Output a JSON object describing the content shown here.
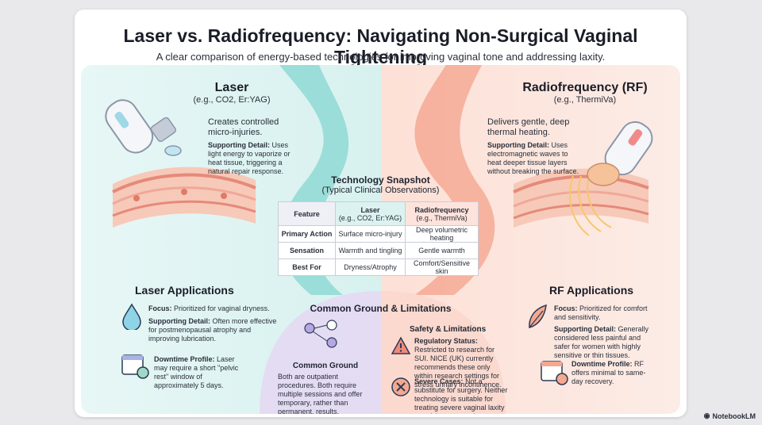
{
  "header": {
    "title": "Laser vs. Radiofrequency: Navigating Non-Surgical Vaginal Tightening",
    "subtitle": "A clear comparison of energy-based technologies for improving vaginal tone and addressing laxity."
  },
  "laser": {
    "title": "Laser",
    "examples": "(e.g., CO2, Er:YAG)",
    "lead": "Creates controlled micro-injuries.",
    "detail_label": "Supporting Detail:",
    "detail_text": "Uses light energy to vaporize or heat tissue, triggering a natural repair response."
  },
  "rf": {
    "title": "Radiofrequency (RF)",
    "examples": "(e.g., ThermiVa)",
    "lead": "Delivers gentle, deep thermal heating.",
    "detail_label": "Supporting Detail:",
    "detail_text": "Uses electromagnetic waves to heat deeper tissue layers without breaking the surface."
  },
  "snapshot": {
    "title": "Technology Snapshot",
    "subtitle": "(Typical Clinical Observations)",
    "headers": [
      "Feature",
      "Laser",
      "(e.g., CO2, Er:YAG)",
      "Radiofrequency",
      "(e.g., ThermiVa)"
    ],
    "rows": [
      {
        "feature": "Primary Action",
        "laser": "Surface micro-injury",
        "rf": "Deep volumetric heating"
      },
      {
        "feature": "Sensation",
        "laser": "Warmth and tingling",
        "rf": "Gentle warmth"
      },
      {
        "feature": "Best For",
        "laser": "Dryness/Atrophy",
        "rf": "Comfort/Sensitive skin"
      }
    ]
  },
  "laser_apps": {
    "title": "Laser Applications",
    "focus_label": "Focus:",
    "focus_text": "Prioritized for vaginal dryness.",
    "detail_label": "Supporting Detail:",
    "detail_text": "Often more effective for postmenopausal atrophy and improving lubrication.",
    "downtime_label": "Downtime Profile:",
    "downtime_text": "Laser may require a short \"pelvic rest\" window of approximately 5 days."
  },
  "rf_apps": {
    "title": "RF Applications",
    "focus_label": "Focus:",
    "focus_text": "Prioritized for comfort and sensitivity.",
    "detail_label": "Supporting Detail:",
    "detail_text": "Generally considered less painful and safer for women with highly sensitive or thin tissues.",
    "downtime_label": "Downtime Profile:",
    "downtime_text": "RF offers minimal to same-day recovery."
  },
  "common": {
    "title": "Common Ground & Limitations",
    "ground_title": "Common Ground",
    "ground_text": "Both are outpatient procedures. Both require multiple sessions and offer temporary, rather than permanent, results.",
    "safety_title": "Safety & Limitations",
    "reg_label": "Regulatory Status:",
    "reg_text": "Restricted to research for SUI. NICE (UK) currently recommends these only within research settings for stress urinary incontinence.",
    "severe_label": "Severe Cases:",
    "severe_text": "Not a substitute for surgery. Neither technology is suitable for treating severe vaginal laxity or pelvic organ prolapse."
  },
  "branding": {
    "name": "NotebookLM"
  },
  "colors": {
    "laser_bg": "#dff3f2",
    "rf_bg": "#fde6de",
    "teal": "#7fd3cf",
    "coral": "#f3a28e",
    "lavender": "#d9d3f0"
  }
}
